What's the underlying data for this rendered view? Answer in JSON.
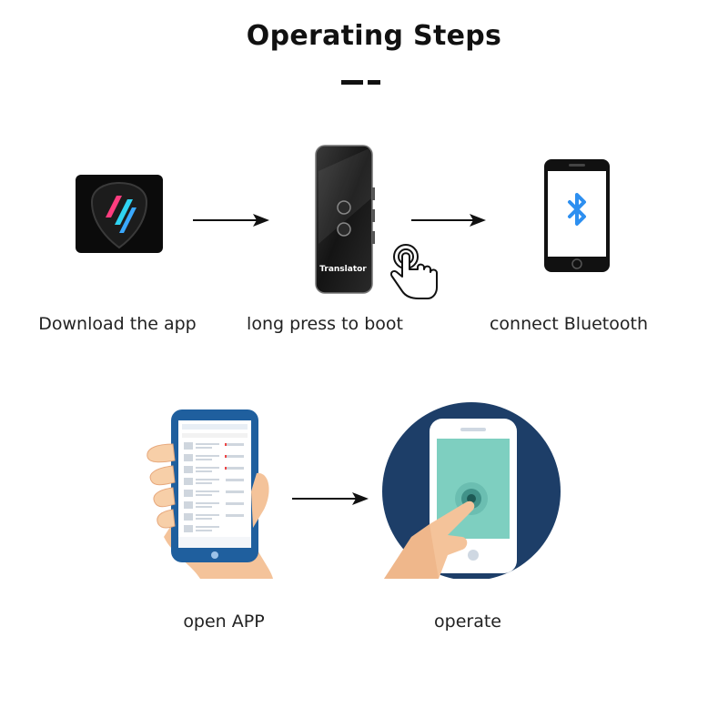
{
  "title": "Operating Steps",
  "steps": [
    {
      "id": "download",
      "label": "Download the app",
      "icon": "app-logo-icon"
    },
    {
      "id": "boot",
      "label": "long press to boot",
      "icon": "translator-device",
      "device_text": "Translator"
    },
    {
      "id": "bluetooth",
      "label": "connect Bluetooth",
      "icon": "bluetooth-icon"
    },
    {
      "id": "open",
      "label": "open APP",
      "icon": "hand-holding-phone"
    },
    {
      "id": "operate",
      "label": "operate",
      "icon": "finger-tap-phone"
    }
  ],
  "colors": {
    "text": "#111111",
    "bluetooth": "#2d8ff0",
    "phone_blue": "#1f5f9e",
    "circle_navy": "#1d3e68",
    "screen_teal": "#7ecfc0",
    "skin": "#f4c39a"
  }
}
